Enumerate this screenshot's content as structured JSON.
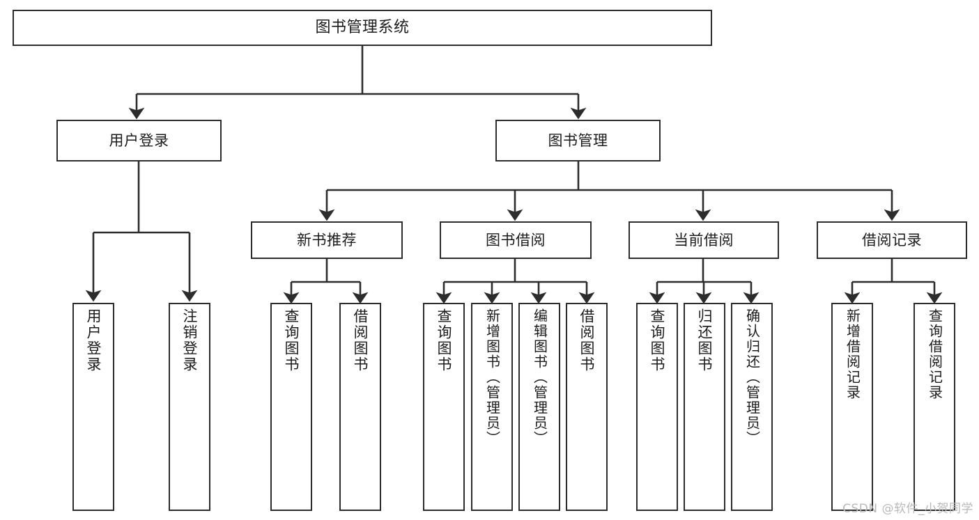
{
  "diagram": {
    "type": "tree",
    "title": "图书管理系统",
    "stroke_color": "#2c2c2c",
    "background_color": "#ffffff",
    "nodes": {
      "root": {
        "label": "图书管理系统"
      },
      "tier2": [
        {
          "label": "用户登录"
        },
        {
          "label": "图书管理"
        }
      ],
      "tier3": [
        {
          "label": "新书推荐"
        },
        {
          "label": "图书借阅"
        },
        {
          "label": "当前借阅"
        },
        {
          "label": "借阅记录"
        }
      ],
      "leaves": {
        "user_login": [
          {
            "label": "用户登录"
          },
          {
            "label": "注销登录"
          }
        ],
        "new_book": [
          {
            "label": "查询图书"
          },
          {
            "label": "借阅图书"
          }
        ],
        "book_borrow": [
          {
            "label": "查询图书"
          },
          {
            "label": "新增图书（管理员）"
          },
          {
            "label": "编辑图书（管理员）"
          },
          {
            "label": "借阅图书"
          }
        ],
        "current_borrow": [
          {
            "label": "查询图书"
          },
          {
            "label": "归还图书"
          },
          {
            "label": "确认归还（管理员）"
          }
        ],
        "borrow_record": [
          {
            "label": "新增借阅记录"
          },
          {
            "label": "查询借阅记录"
          }
        ]
      }
    }
  },
  "watermark": {
    "text": "CSDN @软件_小贺同学"
  }
}
